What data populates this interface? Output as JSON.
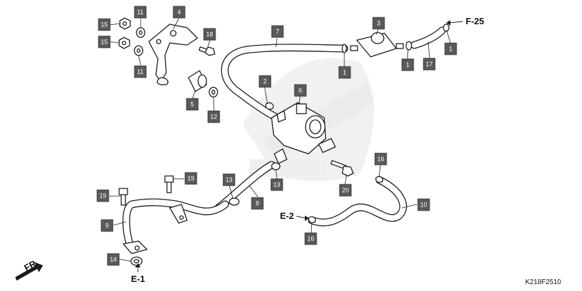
{
  "diagram": {
    "callouts": [
      {
        "id": "c15a",
        "label": "15"
      },
      {
        "id": "c15b",
        "label": "15"
      },
      {
        "id": "c11a",
        "label": "11"
      },
      {
        "id": "c11b",
        "label": "11"
      },
      {
        "id": "c4",
        "label": "4"
      },
      {
        "id": "c18",
        "label": "18"
      },
      {
        "id": "c5",
        "label": "5"
      },
      {
        "id": "c12",
        "label": "12"
      },
      {
        "id": "c7",
        "label": "7"
      },
      {
        "id": "c3",
        "label": "3"
      },
      {
        "id": "c1a",
        "label": "1"
      },
      {
        "id": "c1b",
        "label": "1"
      },
      {
        "id": "c1c",
        "label": "1"
      },
      {
        "id": "c17",
        "label": "17"
      },
      {
        "id": "c2",
        "label": "2"
      },
      {
        "id": "c6",
        "label": "6"
      },
      {
        "id": "c16a",
        "label": "16"
      },
      {
        "id": "c20",
        "label": "20"
      },
      {
        "id": "c10",
        "label": "10"
      },
      {
        "id": "c13a",
        "label": "13"
      },
      {
        "id": "c13b",
        "label": "13"
      },
      {
        "id": "c8",
        "label": "8"
      },
      {
        "id": "c19a",
        "label": "19"
      },
      {
        "id": "c19b",
        "label": "19"
      },
      {
        "id": "c9",
        "label": "9"
      },
      {
        "id": "c14",
        "label": "14"
      },
      {
        "id": "c16b",
        "label": "16"
      }
    ],
    "refs": {
      "f25": "F-25",
      "e2": "E-2",
      "e1": "E-1",
      "front": "FR."
    },
    "drawing_code": "K218F2510",
    "colors": {
      "callout_box": "#5a5a5a",
      "line": "#1a1a1a",
      "watermark": "#d8d8d8"
    }
  }
}
